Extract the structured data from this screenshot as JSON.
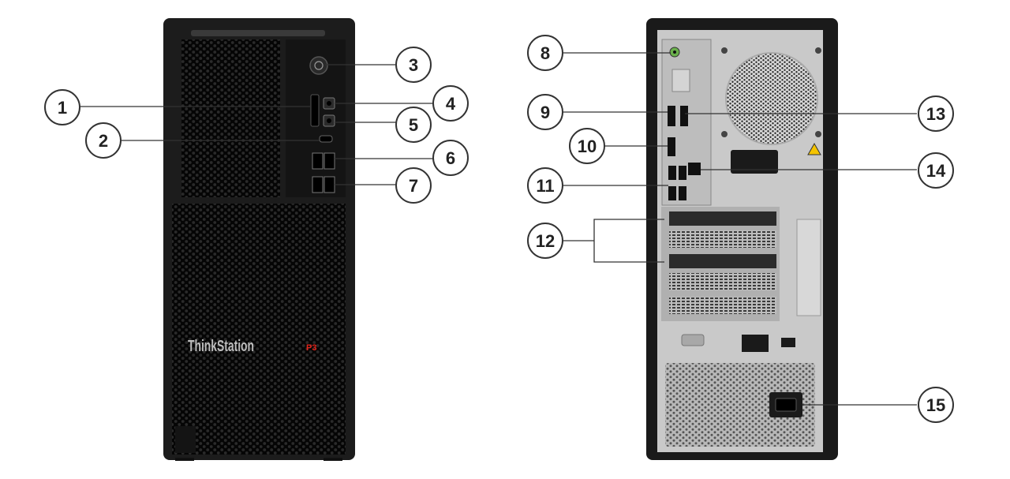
{
  "front_panel": {
    "brand": "ThinkStation",
    "model": "P3"
  },
  "callouts": [
    {
      "id": "1",
      "label": "1"
    },
    {
      "id": "2",
      "label": "2"
    },
    {
      "id": "3",
      "label": "3"
    },
    {
      "id": "4",
      "label": "4"
    },
    {
      "id": "5",
      "label": "5"
    },
    {
      "id": "6",
      "label": "6"
    },
    {
      "id": "7",
      "label": "7"
    },
    {
      "id": "8",
      "label": "8"
    },
    {
      "id": "9",
      "label": "9"
    },
    {
      "id": "10",
      "label": "10"
    },
    {
      "id": "11",
      "label": "11"
    },
    {
      "id": "12",
      "label": "12"
    },
    {
      "id": "13",
      "label": "13"
    },
    {
      "id": "14",
      "label": "14"
    },
    {
      "id": "15",
      "label": "15"
    }
  ],
  "colors": {
    "chassis": "#1a1a1a",
    "front_mesh": "#0d0d0d",
    "rear_plate": "#c9c9c9",
    "logo_red": "#e2231a"
  }
}
